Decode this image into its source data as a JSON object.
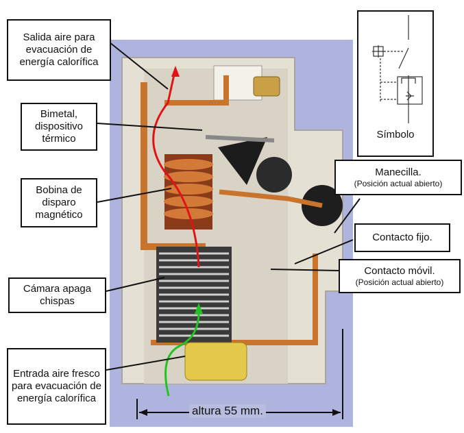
{
  "labels": {
    "salida_aire": "Salida aire para evacuación de energía calorífica",
    "bimetal": "Bimetal, dispositivo térmico",
    "bobina": "Bobina de disparo magnético",
    "camara": "Cámara apaga chispas",
    "entrada_aire": "Entrada aire fresco para evacuación de energía calorífica",
    "manecilla": "Manecilla.",
    "manecilla_sub": "(Posición actual abierto)",
    "contacto_fijo": "Contacto fijo.",
    "contacto_movil": "Contacto móvil.",
    "contacto_movil_sub": "(Posición actual abierto)",
    "simbolo": "Símbolo",
    "altura": "altura 55 mm."
  },
  "colors": {
    "background_panel": "#aeb4dd",
    "housing": "#e7e3d8",
    "copper": "#c8742c",
    "hot_air": "#e01414",
    "cool_air": "#22c222"
  }
}
